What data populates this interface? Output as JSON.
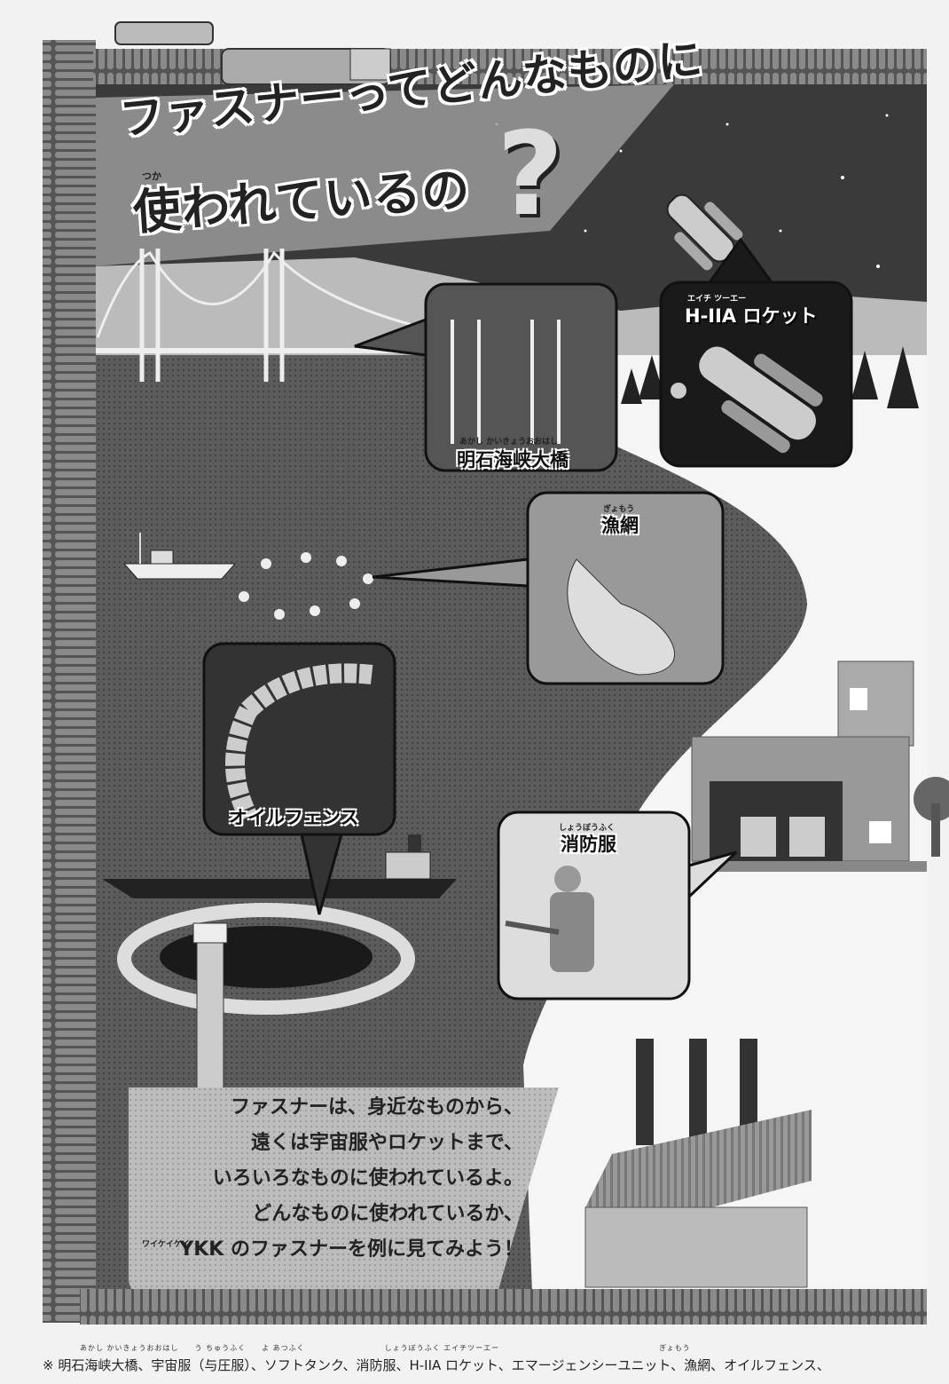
{
  "title": {
    "line1": "ファスナーってどんなものに",
    "line2": "使われているの",
    "mark": "?",
    "ruby_tsuka": "つか"
  },
  "callouts": {
    "bridge": {
      "label": "明石海峡大橋",
      "ruby": "あかし かいきょうおおはし"
    },
    "rocket": {
      "label": "H-IIA ロケット",
      "ruby": "エイチ ツーエー"
    },
    "fishing_net": {
      "label": "漁網",
      "ruby": "ぎょもう"
    },
    "oil_fence": {
      "label": "オイルフェンス"
    },
    "fire_suit": {
      "label": "消防服",
      "ruby": "しょうぼうふく"
    }
  },
  "body": {
    "lines": [
      "ファスナーは、身近なものから、",
      "遠くは宇宙服やロケットまで、",
      "いろいろなものに使われているよ。",
      "どんなものに使われているか、",
      "YKK のファスナーを例に見てみよう！"
    ],
    "ruby_line5": "ワイケイケイ"
  },
  "footnote": {
    "text": "※ 明石海峡大橋、宇宙服（与圧服）、ソフトタンク、消防服、H-IIA ロケット、エマージェンシーユニット、漁網、オイルフェンス、",
    "ruby": "あかし かいきょうおおはし　　う ちゅうふく　　よ あつふく　　　　　　　　　　しょうぼうふく エイチツーエー　　　　　　　　　　　　　　　　　　　　ぎょもう"
  },
  "colors": {
    "sky": "#3a3a3a",
    "sea": "#5a5a5a",
    "ground": "#f5f5f5",
    "zipper": "#6e6e6e"
  }
}
